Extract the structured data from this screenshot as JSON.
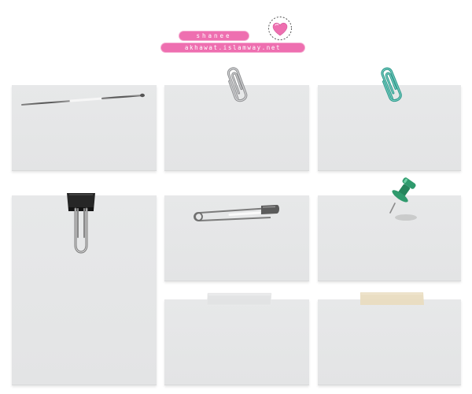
{
  "header": {
    "name_label": "shanee",
    "url_label": "akhawat.islamway.net"
  },
  "cards": [
    {
      "id": "c1",
      "fastener": "straight-pin"
    },
    {
      "id": "c2",
      "fastener": "paperclip",
      "color": "#a5a6a8"
    },
    {
      "id": "c3",
      "fastener": "paperclip",
      "color": "#3ba79a"
    },
    {
      "id": "c4",
      "fastener": "binder-clip",
      "color": "#2a2a2a"
    },
    {
      "id": "c5",
      "fastener": "safety-pin"
    },
    {
      "id": "c6",
      "fastener": "push-pin",
      "color": "#2f9a6d"
    },
    {
      "id": "c7",
      "fastener": "tape",
      "color": "#e4e5e6"
    },
    {
      "id": "c8",
      "fastener": "tape",
      "color": "#e9dcc0"
    }
  ],
  "colors": {
    "badge_pink": "#ee6fb0",
    "card_gray": "#e5e6e7",
    "heart_pink": "#ee6fb0"
  }
}
